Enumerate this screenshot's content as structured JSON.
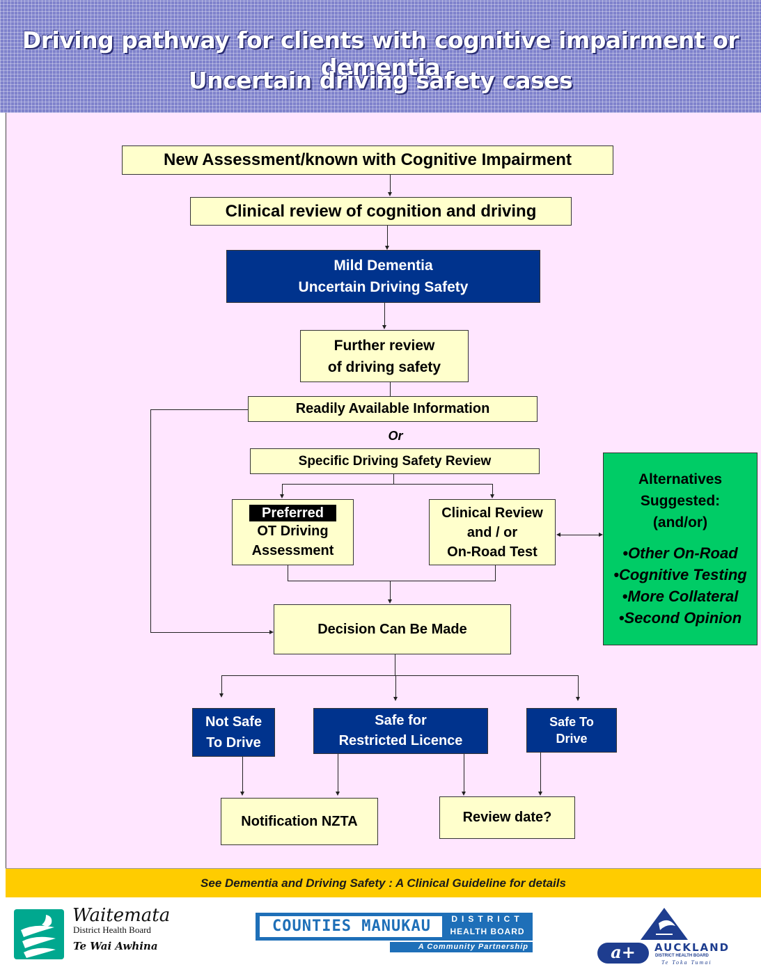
{
  "header": {
    "title_line1": "Driving pathway for clients with cognitive impairment or dementia",
    "title_line2": "Uncertain driving safety cases"
  },
  "flow": {
    "new_assessment": "New Assessment/known with Cognitive Impairment",
    "clinical_review": "Clinical review of cognition and driving",
    "mild_dementia_1": "Mild Dementia",
    "mild_dementia_2": "Uncertain Driving Safety",
    "further_review_1": "Further review",
    "further_review_2": "of driving safety",
    "readily_available": "Readily Available Information",
    "or_label": "Or",
    "specific_review": "Specific Driving Safety Review",
    "preferred_tag": "Preferred",
    "ot_1": "OT Driving",
    "ot_2": "Assessment",
    "clinical_road_1": "Clinical Review",
    "clinical_road_2": "and / or",
    "clinical_road_3": "On-Road Test",
    "decision": "Decision Can Be Made",
    "not_safe_1": "Not Safe",
    "not_safe_2": "To Drive",
    "restricted_1": "Safe for",
    "restricted_2": "Restricted Licence",
    "safe_1": "Safe To",
    "safe_2": "Drive",
    "notification": "Notification NZTA",
    "review_date": "Review date?"
  },
  "alternatives": {
    "title_1": "Alternatives",
    "title_2": "Suggested:",
    "title_3": "(and/or)",
    "items": [
      "Other On-Road",
      "Cognitive Testing",
      "More Collateral",
      "Second Opinion"
    ]
  },
  "footer": {
    "guideline": "See Dementia and Driving Safety : A Clinical Guideline for details"
  },
  "logos": {
    "waitemata_name": "Waitemata",
    "waitemata_sub": "District Health Board",
    "waitemata_maori": "Te Wai Awhina",
    "counties_name": "COUNTIES MANUKAU",
    "counties_district": "DISTRICT",
    "counties_hb": "HEALTH BOARD",
    "counties_tagline": "A Community Partnership",
    "auckland_name": "AUCKLAND",
    "auckland_sub": "DISTRICT HEALTH BOARD",
    "auckland_maori": "Te Toka Tumai",
    "auckland_mark": "a+"
  },
  "colors": {
    "header": "#7f82cc",
    "background": "#ffe6ff",
    "yellow_box": "#ffffcc",
    "navy_box": "#00338d",
    "green_box": "#00cc66",
    "footer_bar": "#ffcc00"
  }
}
